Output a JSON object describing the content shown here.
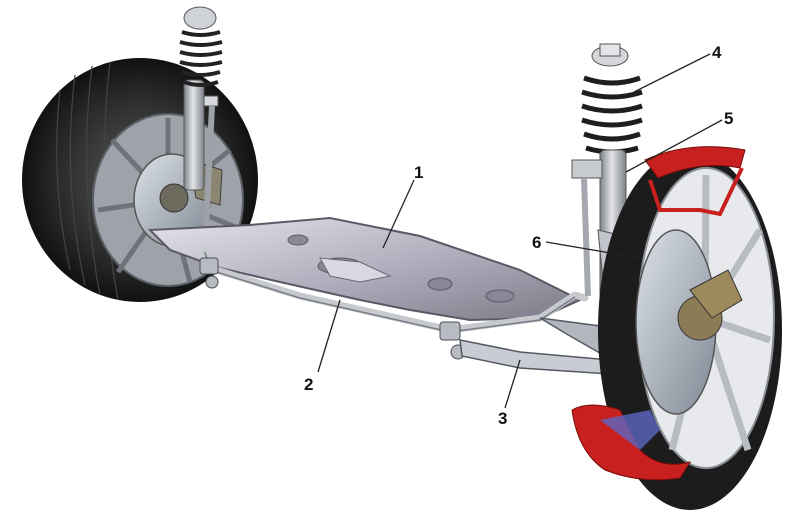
{
  "callouts": [
    {
      "id": "1",
      "label": "1"
    },
    {
      "id": "2",
      "label": "2"
    },
    {
      "id": "3",
      "label": "3"
    },
    {
      "id": "4",
      "label": "4"
    },
    {
      "id": "5",
      "label": "5"
    },
    {
      "id": "6",
      "label": "6"
    }
  ],
  "colors": {
    "background": "#ffffff",
    "tire": "#1f1f1f",
    "tire_cut_section": "#c8201e",
    "subframe": "#b3b0bf",
    "spring": "#2c2c2c",
    "strut": "#a7aab0",
    "brake_disc": "#9aa2ad",
    "leader_lines": "#222222"
  },
  "icons": [
    "wheel",
    "coil-spring",
    "shock-absorber",
    "subframe",
    "anti-roll-bar",
    "control-arm",
    "brake-disc",
    "steering-knuckle"
  ]
}
